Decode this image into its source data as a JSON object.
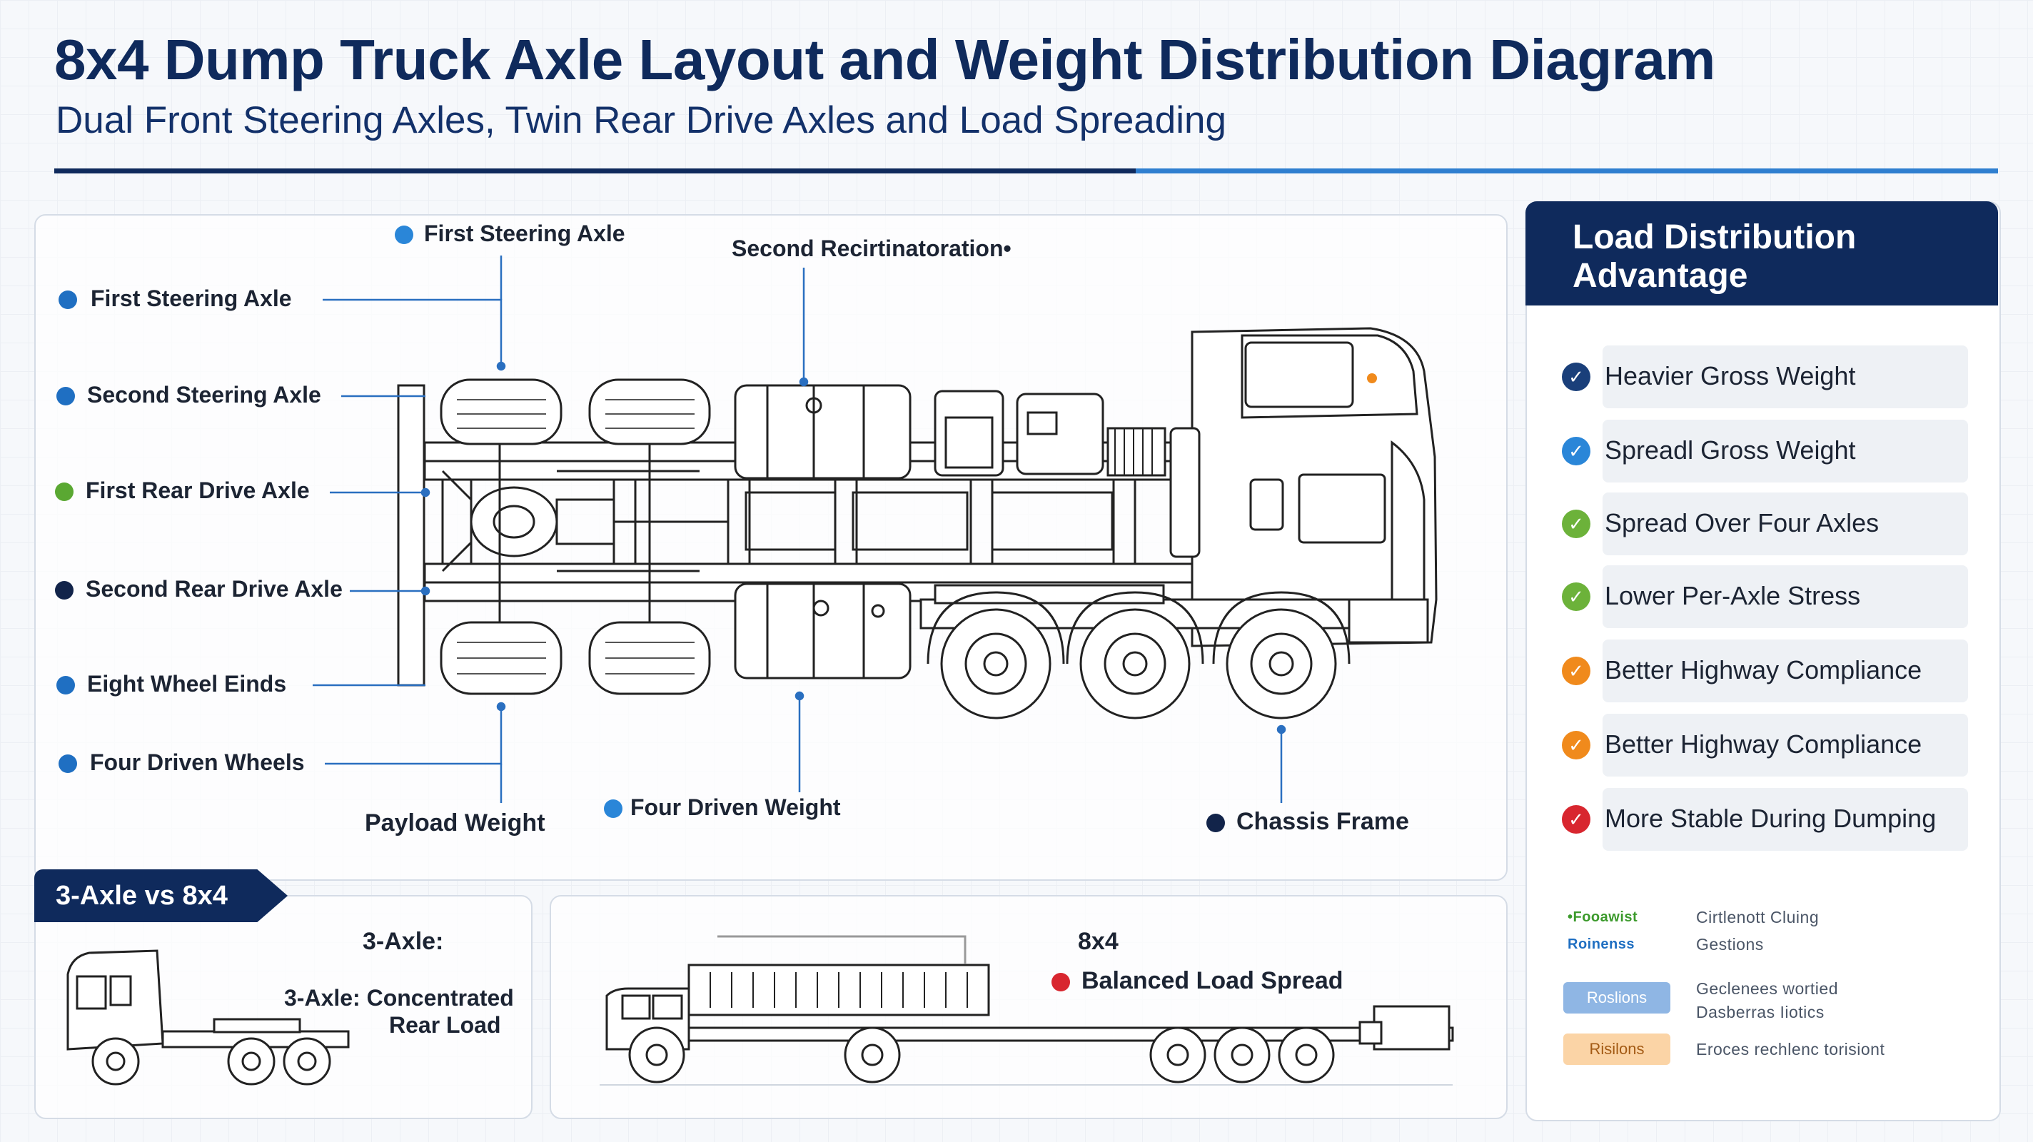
{
  "header": {
    "title": "8x4 Dump Truck Axle Layout and Weight Distribution Diagram",
    "subtitle": "Dual Front Steering Axles, Twin Rear Drive Axles and Load Spreading"
  },
  "diagram": {
    "labels": {
      "first_steering_top": "First Steering Axle",
      "second_recirc": "Second Recirtinatoration•",
      "first_steering": "First Steering Axle",
      "second_steering": "Second Steering Axle",
      "first_rear_drive": "First Rear Drive Axle",
      "second_rear_drive": "Second Rear Drive Axle",
      "eight_wheel": "Eight Wheel Einds",
      "four_driven": "Four Driven Wheels",
      "payload": "Payload Weight",
      "four_driven_weight": "Four Driven Weight",
      "chassis_frame": "Chassis Frame"
    },
    "colors": {
      "blue": "#1f6fc2",
      "navy": "#12244a",
      "green": "#5aa832",
      "line": "#2a6fc0"
    }
  },
  "sidebar": {
    "title_line1": "Load Distribution",
    "title_line2": "Advantage",
    "items": [
      {
        "label": "Heavier Gross Weight",
        "color": "#1a3f7a",
        "icon": "check-icon"
      },
      {
        "label": "Spreadl Gross Weight",
        "color": "#2a86d8",
        "icon": "check-icon"
      },
      {
        "label": "Spread Over Four Axles",
        "color": "#6cb23a",
        "icon": "check-icon"
      },
      {
        "label": "Lower Per-Axle Stress",
        "color": "#6cb23a",
        "icon": "check-icon"
      },
      {
        "label": "Better Highway Compliance",
        "color": "#f08a1c",
        "icon": "check-icon"
      },
      {
        "label": "Better Highway Compliance",
        "color": "#f08a1c",
        "icon": "check-icon"
      },
      {
        "label": "More Stable During Dumping",
        "color": "#d8262f",
        "icon": "check-icon"
      }
    ],
    "legend": {
      "tag1": "•Fooawist",
      "tag2": "Roinenss",
      "text1a": "Cirtlenott Cluing",
      "text1b": "Gestions",
      "pill1": "Roslions",
      "text2a": "Geclenees wortied",
      "text2b": "Dasberras Iiotics",
      "pill2": "Risilons",
      "text3": "Eroces rechlenc torisiont"
    }
  },
  "comparison": {
    "tab": "3-Axle vs 8x4",
    "three_axle_heading": "3-Axle:",
    "three_axle_desc_1": "3-Axle: Concentrated",
    "three_axle_desc_2": "Rear Load",
    "eightxfour_heading": "8x4",
    "eightxfour_desc": "Balanced Load Spread"
  }
}
